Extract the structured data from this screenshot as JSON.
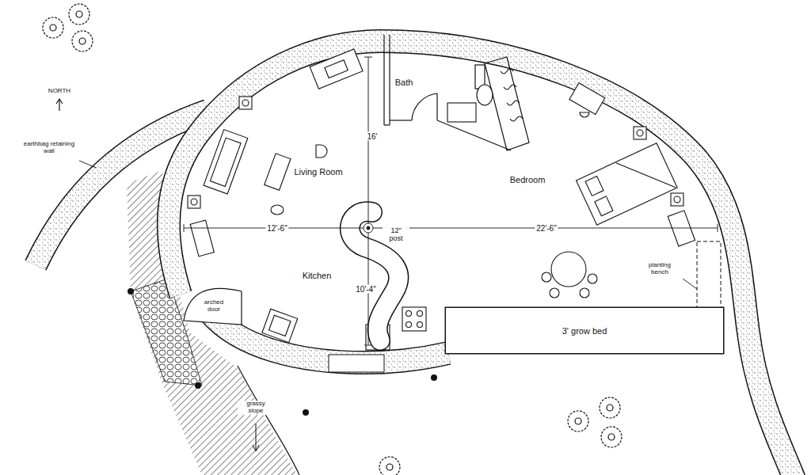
{
  "diagram": {
    "nodes": [
      {
        "text": [
          "3' grow bed"
        ]
      }
    ],
    "labels": [
      "NORTH",
      "earthbag retaining wall",
      "Bath",
      "16'",
      "Living Room",
      "Bedroom",
      "12'-6\"",
      "22'-6\"",
      "12\" post",
      "Kitchen",
      "10'-4\"",
      "arched door",
      "planting bench",
      "grassy slope"
    ]
  }
}
